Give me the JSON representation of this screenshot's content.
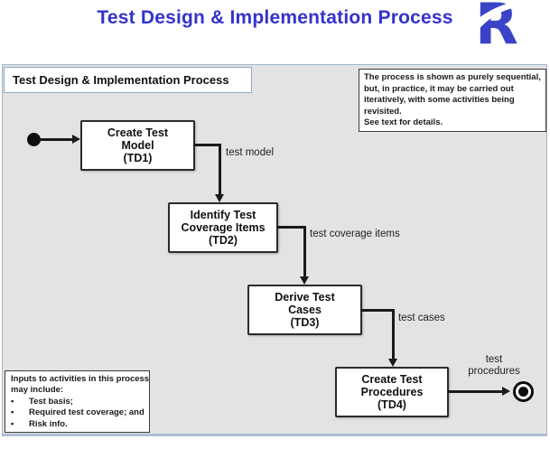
{
  "header": {
    "title": "Test Design & Implementation Process",
    "logo_name": "R swoosh logo"
  },
  "colors": {
    "accent_blue": "#3333cc",
    "panel_bg": "#e3e3e3",
    "panel_border": "#a2b5cc",
    "node_border": "#2b2b2b",
    "connector_black": "#1a1a1a"
  },
  "diagram": {
    "panel_title": "Test Design & Implementation Process",
    "note": {
      "lines": [
        "The process is shown as purely sequential,",
        "but, in practice, it may be carried out",
        "iteratively, with some activities being",
        "revisited.",
        "See text for details."
      ]
    },
    "nodes": [
      {
        "lines": [
          "Create Test",
          "Model",
          "(TD1)"
        ]
      },
      {
        "lines": [
          "Identify Test",
          "Coverage Items",
          "(TD2)"
        ]
      },
      {
        "lines": [
          "Derive Test",
          "Cases",
          "(TD3)"
        ]
      },
      {
        "lines": [
          "Create Test",
          "Procedures",
          "(TD4)"
        ]
      }
    ],
    "edges": [
      {
        "label": "test model"
      },
      {
        "label": "test coverage items"
      },
      {
        "label": "test cases"
      },
      {
        "label": "test procedures"
      }
    ],
    "inputs_box": {
      "intro_lines": [
        "Inputs to activities in this process",
        "may include:"
      ],
      "bullet_char": "•",
      "bullets": [
        "Test basis;",
        "Required test coverage; and",
        "Risk info."
      ]
    }
  }
}
